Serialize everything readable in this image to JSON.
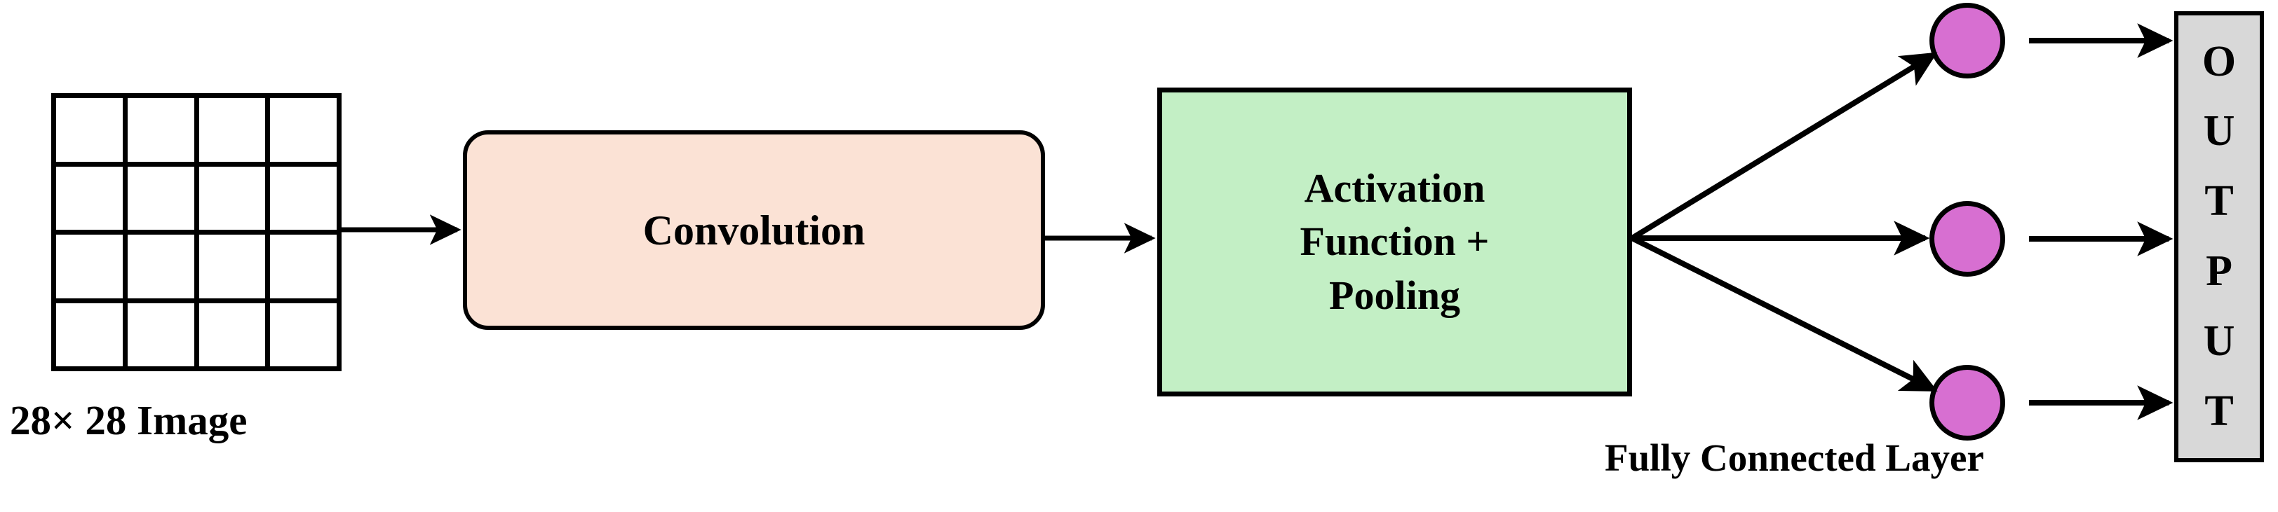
{
  "diagram": {
    "title": "CNN architecture pipeline",
    "input": {
      "label": "28× 28 Image",
      "grid_rows": 4,
      "grid_cols": 4
    },
    "stages": [
      {
        "id": "convolution",
        "label": "Convolution",
        "fill": "#FBE2D5",
        "shape": "rounded-rectangle"
      },
      {
        "id": "activation-pooling",
        "label": "Activation\nFunction +\nPooling",
        "fill": "#C3EFC5",
        "shape": "rectangle"
      }
    ],
    "fully_connected": {
      "label": "Fully Connected Layer",
      "neuron_count": 3,
      "neuron_fill": "#D76FD1",
      "neuron_stroke": "#000000"
    },
    "output": {
      "label": "OUTPUT",
      "letters": [
        "O",
        "U",
        "T",
        "P",
        "U",
        "T"
      ],
      "fill": "#D8D8D8"
    },
    "colors": {
      "stroke": "#000000",
      "background": "#FFFFFF",
      "convolution_fill": "#FBE2D5",
      "pooling_fill": "#C3EFC5",
      "neuron_fill": "#D76FD1",
      "output_fill": "#D8D8D8"
    },
    "arrows": [
      {
        "name": "image-to-convolution"
      },
      {
        "name": "convolution-to-activation"
      },
      {
        "name": "activation-to-neuron-1"
      },
      {
        "name": "activation-to-neuron-2"
      },
      {
        "name": "activation-to-neuron-3"
      },
      {
        "name": "neuron-1-to-output"
      },
      {
        "name": "neuron-2-to-output"
      },
      {
        "name": "neuron-3-to-output"
      }
    ]
  }
}
